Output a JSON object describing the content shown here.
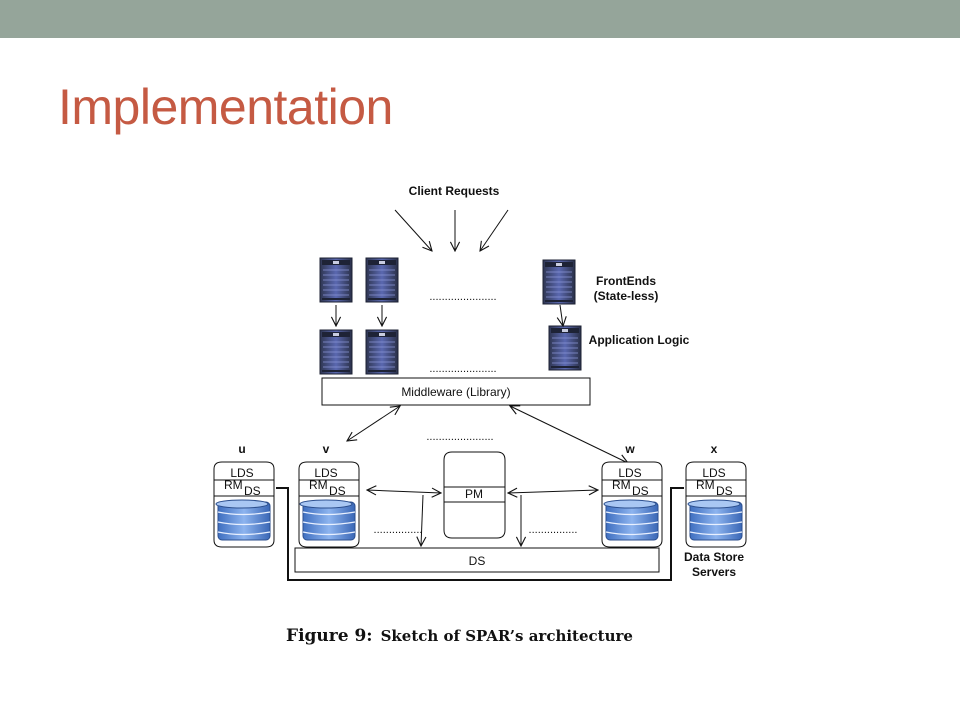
{
  "slide": {
    "title": "Implementation"
  },
  "diagram": {
    "client_requests": "Client Requests",
    "frontends": "FrontEnds",
    "frontends_sub": "(State-less)",
    "application_logic": "Application Logic",
    "middleware": "Middleware (Library)",
    "servers": [
      {
        "id": "u",
        "lds": "LDS",
        "rm": "RM",
        "ds": "DS"
      },
      {
        "id": "v",
        "lds": "LDS",
        "rm": "RM",
        "ds": "DS"
      },
      {
        "id": "w",
        "lds": "LDS",
        "rm": "RM",
        "ds": "DS"
      },
      {
        "id": "x",
        "lds": "LDS",
        "rm": "RM",
        "ds": "DS"
      }
    ],
    "pm": "PM",
    "ds_bar": "DS",
    "data_store_servers_line1": "Data Store",
    "data_store_servers_line2": "Servers",
    "ellipsis": "......................",
    "ellipsis_short": "................",
    "caption_prefix": "Figure 9:",
    "caption_text": "Sketch of SPAR’s architecture"
  },
  "colors": {
    "title": "#c55a43",
    "topbar": "#95a59a",
    "disk": "#5b8fd8",
    "server": "#4b5a9e"
  }
}
